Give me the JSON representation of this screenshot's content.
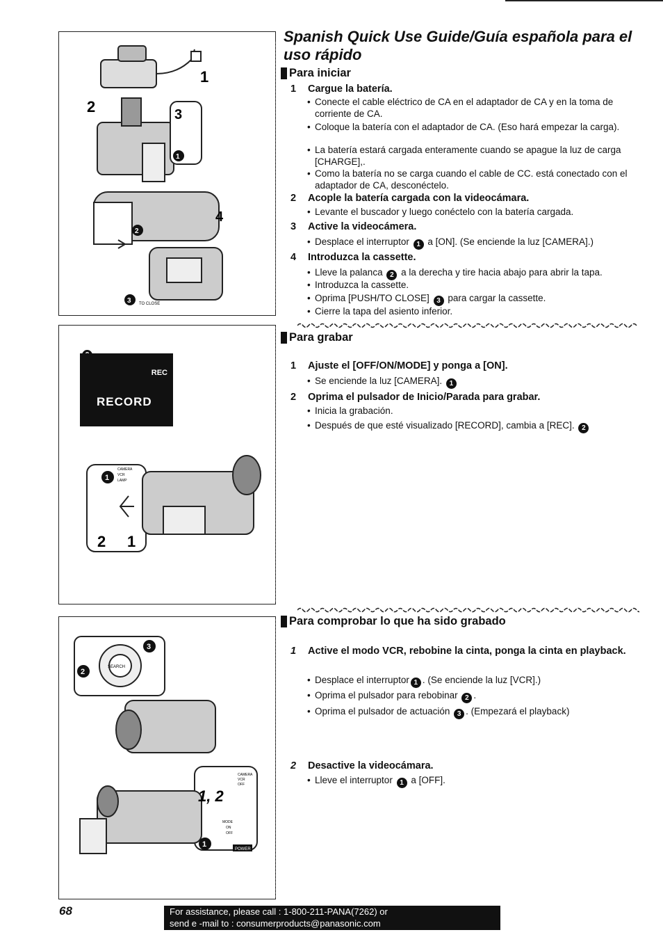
{
  "title": "Spanish Quick Use Guide/Guía española para el uso rápido",
  "sections": {
    "iniciar": {
      "heading": "Para iniciar",
      "steps": [
        {
          "num": "1",
          "text": "Cargue la batería.",
          "bullets": [
            "Conecte el cable eléctrico de CA en el adaptador de CA y en la toma de corriente de CA.",
            "Coloque la batería con el adaptador de CA. (Eso hará empezar la carga).",
            "La batería estará cargada enteramente cuando se apague la luz de carga [CHARGE],.",
            "Como la batería no se carga cuando el cable de CC. está conectado con el adaptador de CA, desconéctelo."
          ]
        },
        {
          "num": "2",
          "text": "Acople la batería cargada con la videocámara.",
          "bullets": [
            "Levante el buscador y luego conéctelo con la batería cargada."
          ]
        },
        {
          "num": "3",
          "text": "Active la videocámera.",
          "bullets": [
            {
              "pre": "Desplace el interruptor",
              "mark": "1",
              "post": "a [ON]. (Se enciende la luz [CAMERA].)"
            }
          ]
        },
        {
          "num": "4",
          "text": "Introduzca la cassette.",
          "bullets": [
            {
              "pre": "Lleve la palanca",
              "mark": "2",
              "post": "a la derecha y tire hacia abajo para abrir la tapa."
            },
            "Introduzca la cassette.",
            {
              "pre": "Oprima [PUSH/TO CLOSE]",
              "mark": "3",
              "post": "para cargar la cassette."
            },
            "Cierre la tapa del asiento inferior."
          ]
        }
      ]
    },
    "grabar": {
      "heading": "Para grabar",
      "steps": [
        {
          "num": "1",
          "text": "Ajuste el [OFF/ON/MODE] y ponga a [ON].",
          "bullets": [
            {
              "pre": "Se enciende la luz [CAMERA].",
              "mark": "1",
              "post": ""
            }
          ]
        },
        {
          "num": "2",
          "text": "Oprima el pulsador de Inicio/Parada para grabar.",
          "bullets": [
            "Inicia la grabación.",
            {
              "pre": "Después de que esté visualizado [RECORD], cambia a [REC].",
              "mark": "2",
              "post": ""
            }
          ]
        }
      ]
    },
    "comprobar": {
      "heading": "Para comprobar lo que ha sido grabado",
      "steps": [
        {
          "num": "1",
          "text": "Active el modo VCR, rebobine la cinta, ponga la cinta en playback.",
          "bullets": [
            {
              "pre": "Desplace el interruptor",
              "mark": "1",
              "post": ". (Se enciende la luz [VCR].)"
            },
            {
              "pre": "Oprima el pulsador para rebobinar",
              "mark": "2",
              "post": "."
            },
            {
              "pre": "Oprima el pulsador de actuación",
              "mark": "3",
              "post": ". (Empezará el playback)"
            }
          ]
        },
        {
          "num": "2",
          "text": "Desactive la videocámara.",
          "bullets": [
            {
              "pre": "Lleve el interruptor",
              "mark": "1",
              "post": "a [OFF]."
            }
          ]
        }
      ]
    }
  },
  "figures": {
    "fig1_labels": [
      "1",
      "2",
      "3",
      "4"
    ],
    "fig1_marks": [
      "1",
      "2",
      "3"
    ],
    "fig1_small": "TO CLOSE",
    "fig2_rec": "REC",
    "fig2_record": "RECORD",
    "fig2_labels": [
      "2",
      "1"
    ],
    "fig2_switch": [
      "CAMERA",
      "VCR",
      "LAMP"
    ],
    "fig3_label": "1, 2",
    "fig3_switch": [
      "CAMERA",
      "VCR",
      "OFF"
    ],
    "fig3_mode": [
      "MODE",
      "ON",
      "OFF"
    ],
    "fig3_power": "POWER",
    "fig3_search": "SEARCH"
  },
  "page_number": "68",
  "footer": {
    "line1": "For assistance, please call : 1-800-211-PANA(7262) or",
    "line2": "send e -mail to : consumerproducts@panasonic.com"
  }
}
